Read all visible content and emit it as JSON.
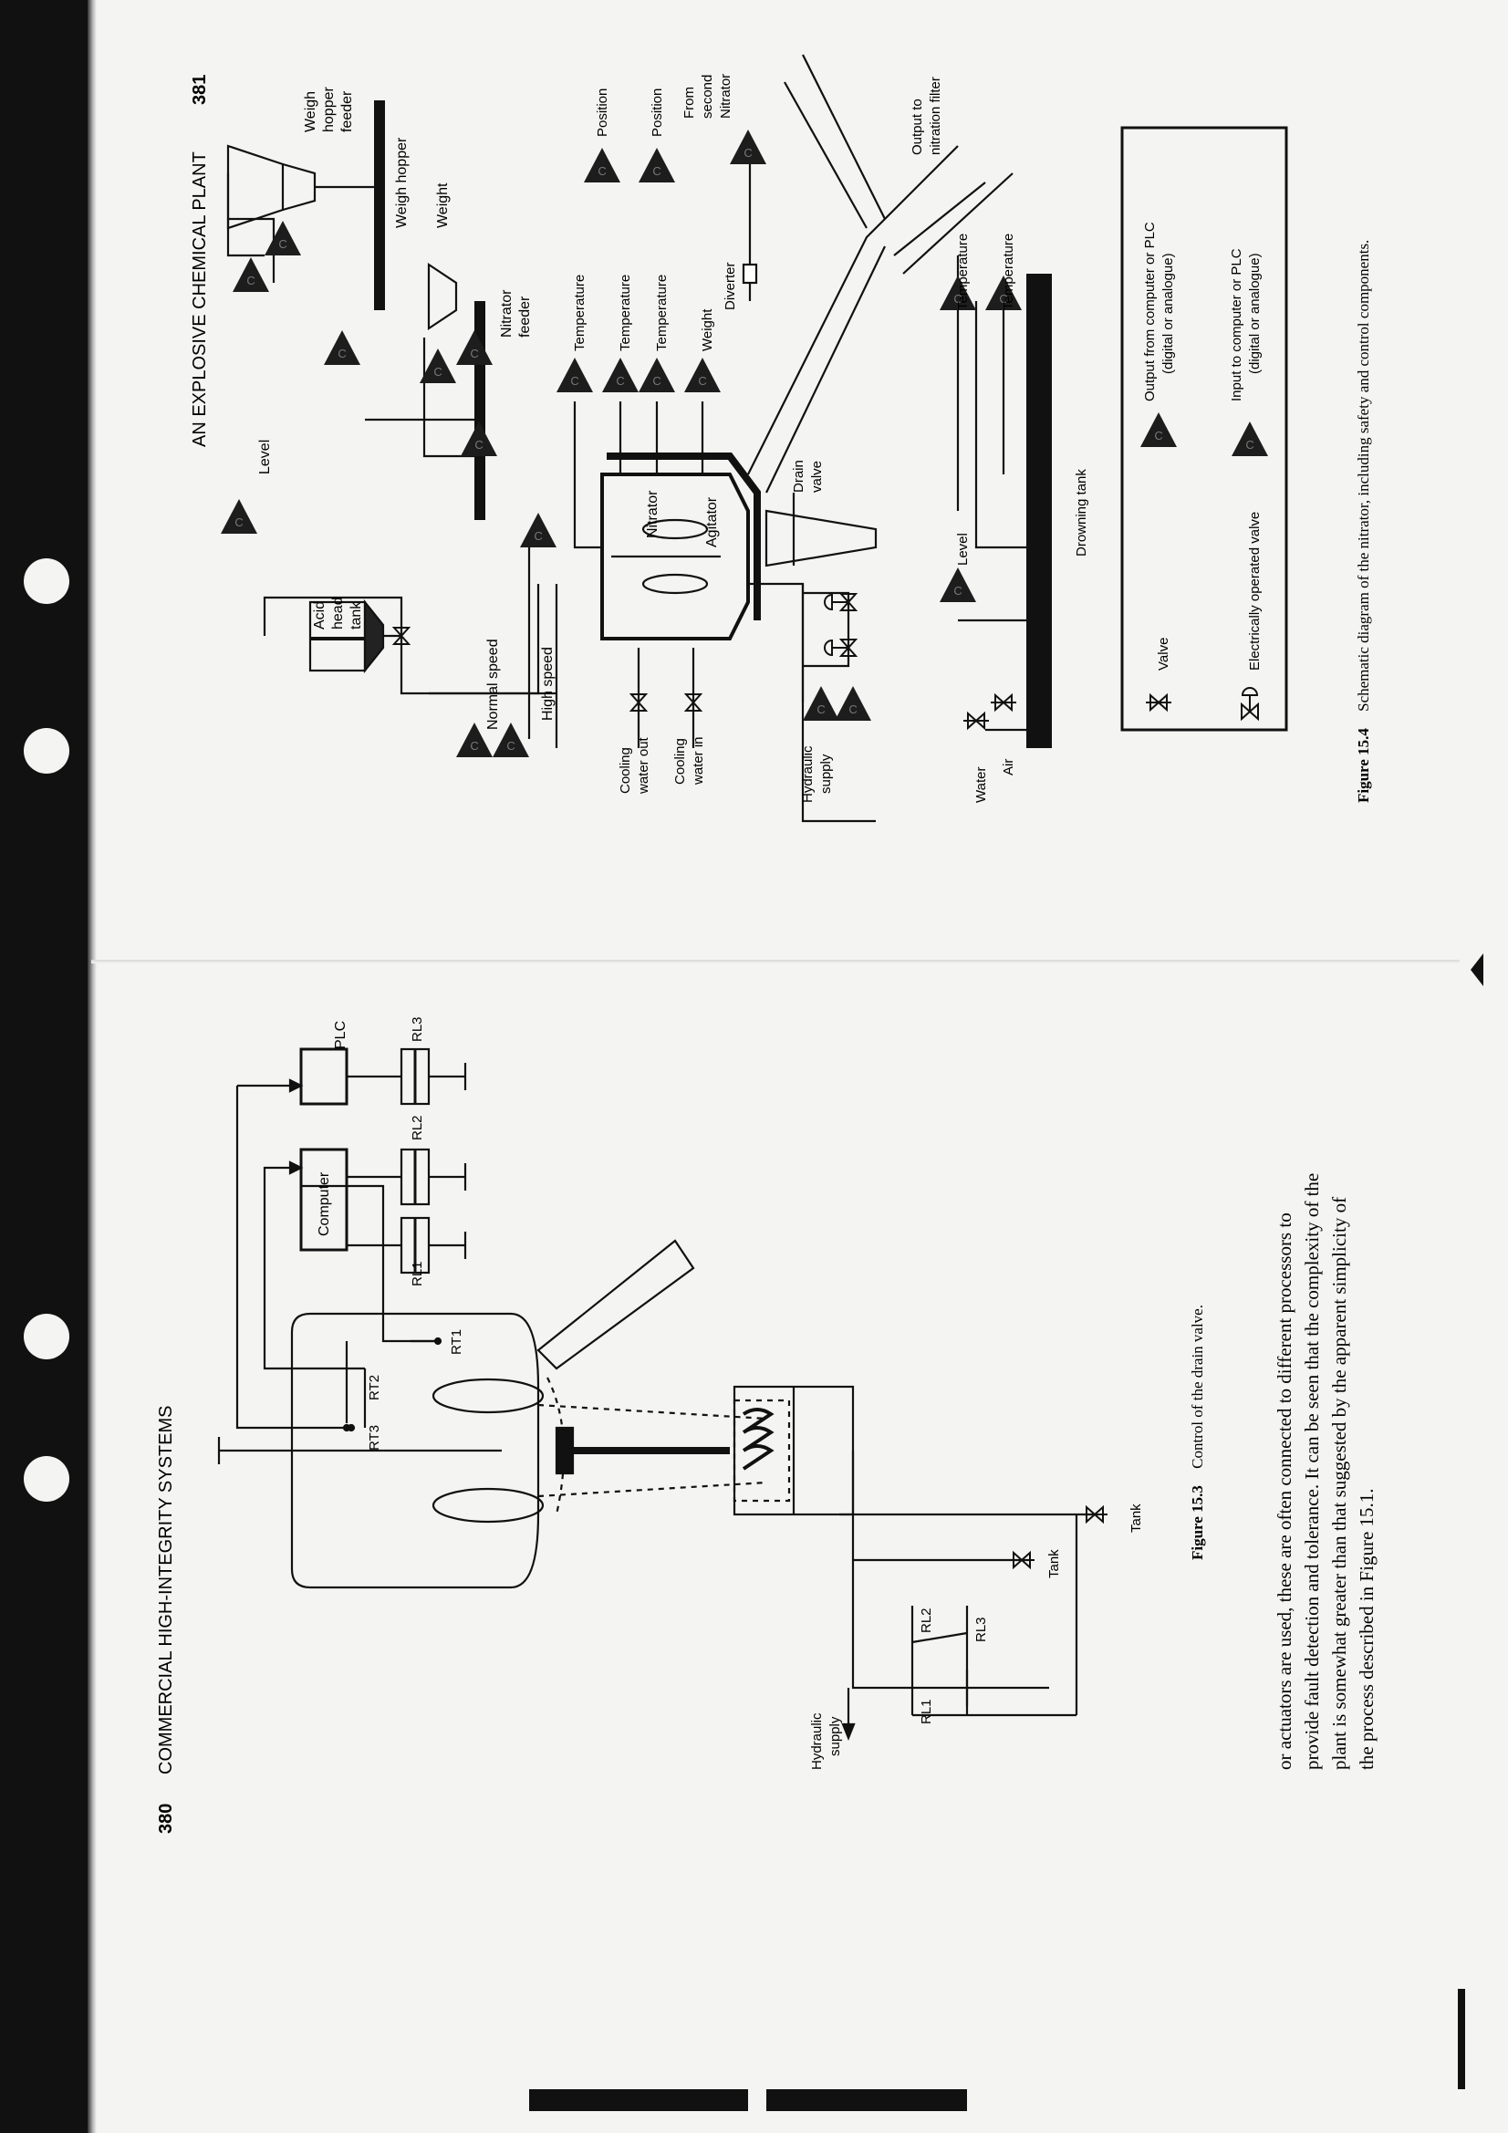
{
  "pages": {
    "left": {
      "page_number": "380",
      "running_head": "COMMERCIAL HIGH-INTEGRITY SYSTEMS",
      "figure_caption_label": "Figure 15.3",
      "figure_caption_text": "Control of the drain valve.",
      "figure_labels": {
        "plc": "PLC",
        "computer": "Computer",
        "rl1": "RL1",
        "rl2": "RL2",
        "rl3": "RL3",
        "rt1": "RT1",
        "rt2": "RT2",
        "rt3": "RT3",
        "hydraulic": "Hydraulic",
        "supply": "supply",
        "tank": "Tank"
      },
      "body_lines": [
        "or actuators are used, these are often connected to different processors to",
        "provide fault detection and tolerance. It can be seen that the complexity of the",
        "plant is somewhat greater than that suggested by the apparent simplicity of",
        "the process described in Figure 15.1."
      ]
    },
    "right": {
      "page_number": "381",
      "running_head": "AN EXPLOSIVE CHEMICAL PLANT",
      "figure_caption_label": "Figure 15.4",
      "figure_caption_text": "Schematic diagram of the nitrator, including safety and control components.",
      "figure_labels": {
        "level": "Level",
        "acid": "Acid",
        "head": "head",
        "tank": "tank",
        "weigh": "Weigh",
        "hopper": "hopper",
        "feeder": "feeder",
        "weigh_hopper": "Weigh hopper",
        "weight": "Weight",
        "nitrator": "Nitrator",
        "agitator": "Agitator",
        "temperature": "Temperature",
        "diverter": "Diverter",
        "position": "Position",
        "from": "From",
        "second": "second",
        "output_to": "Output to",
        "nitration_filter": "nitration filter",
        "normal_speed": "Normal speed",
        "high_speed": "High speed",
        "cooling": "Cooling",
        "water_out": "water out",
        "water_in": "water in",
        "hydraulic": "Hydraulic",
        "supply": "supply",
        "drain": "Drain",
        "valve": "valve",
        "water": "Water",
        "air": "Air",
        "drowning_tank": "Drowning tank"
      },
      "legend": {
        "valve": "Valve",
        "electric_valve": "Electrically operated valve",
        "output_line1": "Output from computer or PLC",
        "output_line2": "(digital or analogue)",
        "input_line1": "Input to computer or PLC",
        "input_line2": "(digital or analogue)"
      }
    }
  }
}
